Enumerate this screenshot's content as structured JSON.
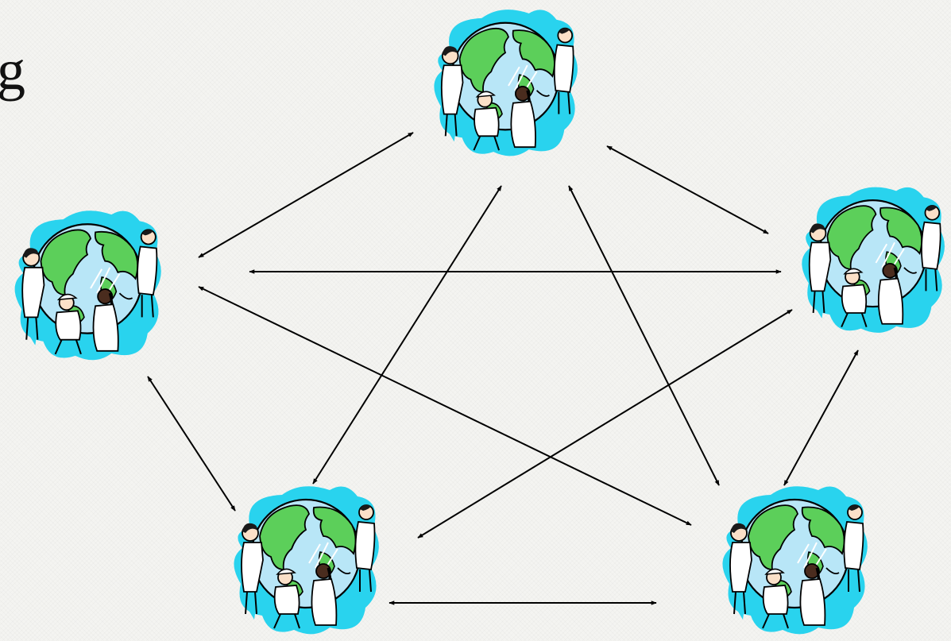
{
  "slide": {
    "title_fragment": "g"
  },
  "colors": {
    "splash": "#29d3ee",
    "ocean": "#b8e6f7",
    "land": "#5ccf5a",
    "outline": "#000000",
    "arrow": "#000000",
    "clothing": "#ffffff",
    "skin_light": "#fbe0c8",
    "skin_dark": "#4a2c1e",
    "hair": "#1a1a1a"
  },
  "nodes": [
    {
      "id": "node-top",
      "icon": "people-around-globe-icon"
    },
    {
      "id": "node-left",
      "icon": "people-around-globe-icon"
    },
    {
      "id": "node-right",
      "icon": "people-around-globe-icon"
    },
    {
      "id": "node-bottom-left",
      "icon": "people-around-globe-icon"
    },
    {
      "id": "node-bottom-right",
      "icon": "people-around-globe-icon"
    }
  ],
  "links": [
    {
      "from": "node-top",
      "to": "node-left"
    },
    {
      "from": "node-top",
      "to": "node-right"
    },
    {
      "from": "node-top",
      "to": "node-bottom-left"
    },
    {
      "from": "node-top",
      "to": "node-bottom-right"
    },
    {
      "from": "node-left",
      "to": "node-right"
    },
    {
      "from": "node-left",
      "to": "node-bottom-left"
    },
    {
      "from": "node-left",
      "to": "node-bottom-right"
    },
    {
      "from": "node-right",
      "to": "node-bottom-left"
    },
    {
      "from": "node-right",
      "to": "node-bottom-right"
    },
    {
      "from": "node-bottom-left",
      "to": "node-bottom-right"
    }
  ]
}
